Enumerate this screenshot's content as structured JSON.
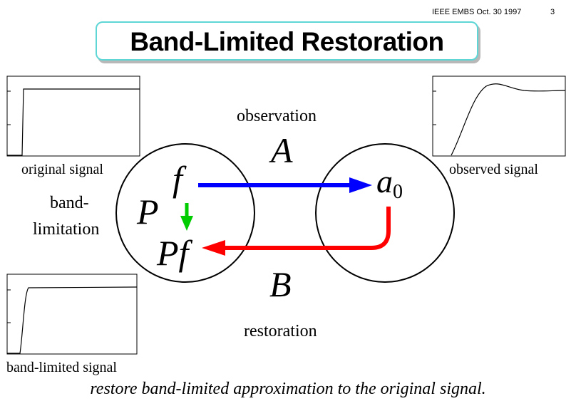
{
  "header": {
    "conference": "IEEE EMBS Oct. 30 1997",
    "page": "3"
  },
  "title": "Band-Limited Restoration",
  "labels": {
    "observation": "observation",
    "restoration": "restoration",
    "band_line1": "band-",
    "band_line2": "limitation",
    "original_signal": "original signal",
    "observed_signal": "observed signal",
    "band_limited_signal": "band-limited signal"
  },
  "symbols": {
    "A": "A",
    "B": "B",
    "P": "P",
    "f": "f",
    "Pf": "Pf",
    "a": "a",
    "a_sub": "0"
  },
  "caption": "restore band-limited approximation to the original signal.",
  "colors": {
    "observation_arrow": "#0000ff",
    "restoration_arrow": "#ff0000",
    "projection_arrow": "#00cc00",
    "title_border": "#5fd6d6"
  }
}
